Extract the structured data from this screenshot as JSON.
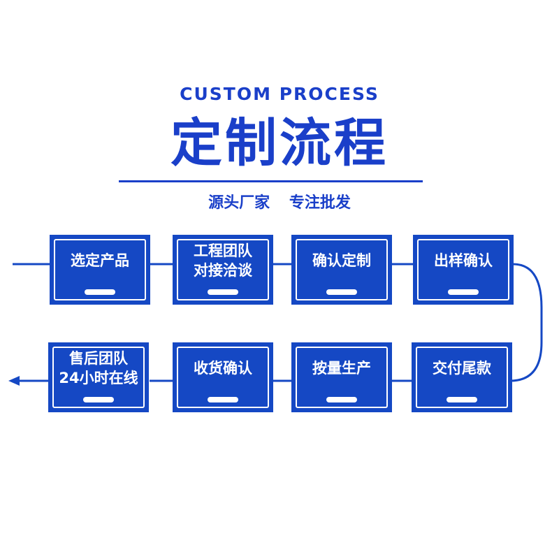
{
  "header": {
    "subtitle": "CUSTOM PROCESS",
    "title": "定制流程",
    "tagline": [
      "源头厂家",
      "专注批发"
    ]
  },
  "colors": {
    "primary": "#1548c4",
    "text_blue": "#1a3fc9",
    "background": "#ffffff"
  },
  "steps": [
    {
      "label": "选定产品"
    },
    {
      "label": "工程团队\n对接洽谈"
    },
    {
      "label": "确认定制"
    },
    {
      "label": "出样确认"
    },
    {
      "label": "交付尾款"
    },
    {
      "label": "按量生产"
    },
    {
      "label": "收货确认"
    },
    {
      "label": "售后团队\n24小时在线"
    }
  ]
}
